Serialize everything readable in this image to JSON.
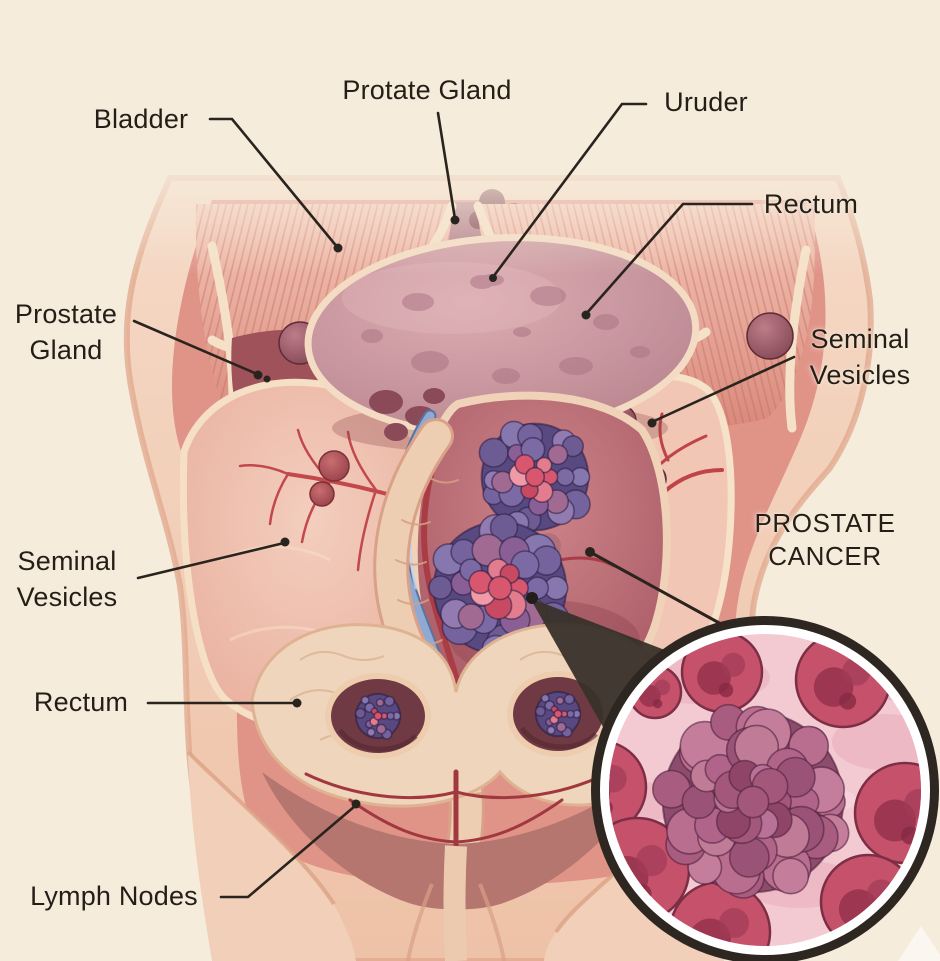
{
  "figure": {
    "type": "medical-illustration",
    "subject": "Prostate cancer anatomy diagram with magnified tumor-cell inset",
    "caption": {
      "line1": "PROSTATE",
      "line2": "CANCER"
    }
  },
  "labels": {
    "bladder": "Bladder",
    "prostate_gland_top": "Protate Gland",
    "ureter": "Uruder",
    "rectum_right": "Rectum",
    "seminal_vesicles_right": {
      "line1": "Seminal",
      "line2": "Vesicles"
    },
    "prostate_gland_left": {
      "line1": "Prostate",
      "line2": "Gland"
    },
    "seminal_vesicles_left": {
      "line1": "Seminal",
      "line2": "Vesicles"
    },
    "rectum_left": "Rectum",
    "lymph_nodes": "Lymph Nodes"
  },
  "palette": {
    "background": "#f6ecdc",
    "label_ink": "#241e17",
    "leader_line": "#2a241e",
    "skin": "#f2cfb9",
    "muscle": "#d98a7c",
    "tendon_cream": "#f5e1c7",
    "bladder": "#bb8691",
    "prostate_interior": "#a2525e",
    "tumor_purple": "#7b68a0",
    "tumor_pink": "#d8566e",
    "plum_node": "#8d4a58",
    "vessel_red": "#c2484d",
    "duct_blue": "#8fa9d2",
    "magnifier_dark": "#38312a",
    "inset_background": "#f3c9d2",
    "inset_cell_red": "#c5516b",
    "inset_tumor_mauve": "#b5688a"
  }
}
